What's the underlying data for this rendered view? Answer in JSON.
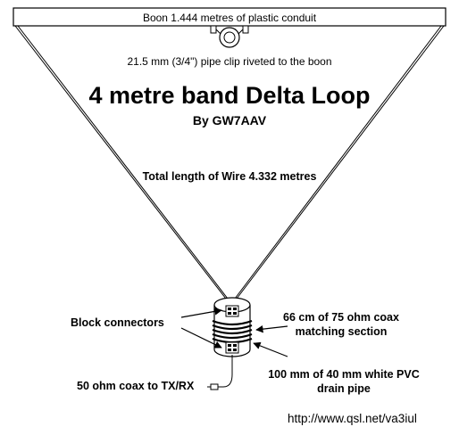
{
  "diagram": {
    "boom_label": "Boon 1.444 metres of plastic conduit",
    "clip_label": "21.5 mm (3/4\") pipe clip riveted to the boon",
    "title": "4 metre band Delta Loop",
    "byline": "By GW7AAV",
    "wire_label": "Total length of Wire 4.332 metres",
    "block_connectors_label": "Block connectors",
    "matching_section_label": "66 cm of 75 ohm coax matching section",
    "pvc_label": "100 mm of 40 mm white PVC drain pipe",
    "feed_label": "50 ohm coax to TX/RX",
    "url": "http://www.qsl.net/va3iul"
  },
  "colors": {
    "ink": "#000000",
    "background": "#ffffff",
    "pipe_fill": "#ffffff"
  }
}
